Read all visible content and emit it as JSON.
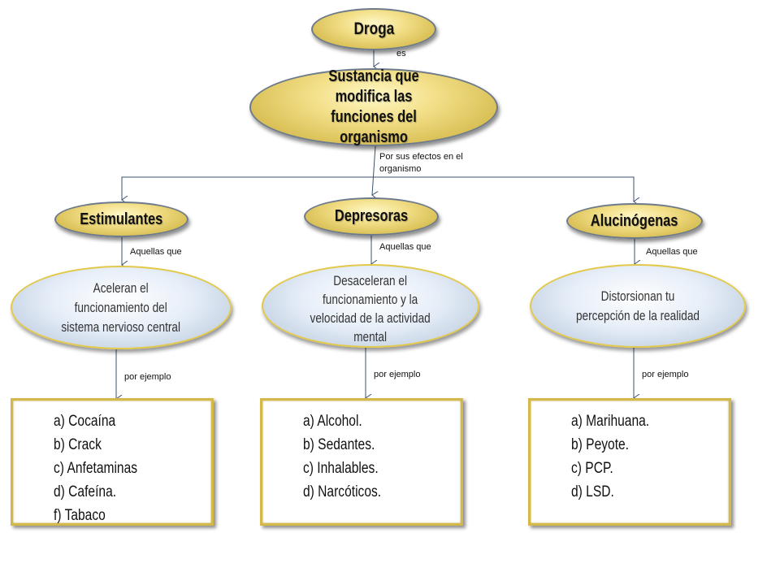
{
  "root": {
    "title": "Droga",
    "link": "es"
  },
  "definition": {
    "text": "Sustancia que modifica las funciones del organismo",
    "link": "Por sus efectos en el organismo"
  },
  "categories": [
    {
      "title": "Estimulantes",
      "link": "Aquellas que",
      "description": "Aceleran  el\nfuncionamiento del\nsistema nervioso central",
      "example_link": "por ejemplo",
      "examples": [
        "a) Cocaína",
        "b) Crack",
        "c) Anfetaminas",
        "d) Cafeína.",
        "f) Tabaco"
      ]
    },
    {
      "title": "Depresoras",
      "link": "Aquellas que",
      "description": "Desaceleran el\nfuncionamiento y la\nvelocidad de la actividad\nmental",
      "example_link": "por ejemplo",
      "examples": [
        "a) Alcohol.",
        "b) Sedantes.",
        "c) Inhalables.",
        "d) Narcóticos."
      ]
    },
    {
      "title": "Alucinógenas",
      "link": "Aquellas que",
      "description": "Distorsionan tu\npercepción de la realidad",
      "example_link": "por ejemplo",
      "examples": [
        "a) Marihuana.",
        "b) Peyote.",
        "c) PCP.",
        "d) LSD."
      ]
    }
  ]
}
